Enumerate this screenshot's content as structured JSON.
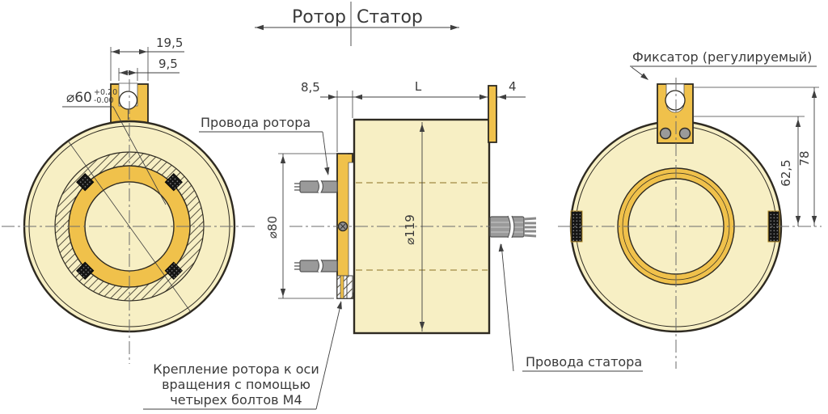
{
  "drawing": {
    "title": {
      "left": "Ротор",
      "right": "Статор"
    },
    "labels": {
      "rotor_wires": "Провода ротора",
      "stator_wires": "Провода статора",
      "fixator": "Фиксатор (регулируемый)",
      "mount_line1": "Крепление ротора к оси",
      "mount_line2": "вращения с помощью",
      "mount_line3": "четырех болтов М4"
    },
    "dims": {
      "lug_width": "19,5",
      "slot_width": "9,5",
      "bore": "⌀60",
      "bore_tol_upper": "+0.20",
      "bore_tol_lower": "-0.00",
      "flange_thickness": "8,5",
      "length": "L",
      "stator_flange_thickness": "4",
      "rotor_flange_dia": "⌀80",
      "housing_dia": "⌀119",
      "center_to_clamp": "62,5",
      "center_to_top": "78"
    },
    "colors": {
      "paper": "#ffffff",
      "body_fill": "#f7efc4",
      "gold_fill": "#f0c14b",
      "outline": "#2e2a21",
      "wire_fill": "#9a9a9a",
      "dim_color": "#3f3f3f",
      "hidden_line": "#a18a45"
    }
  }
}
